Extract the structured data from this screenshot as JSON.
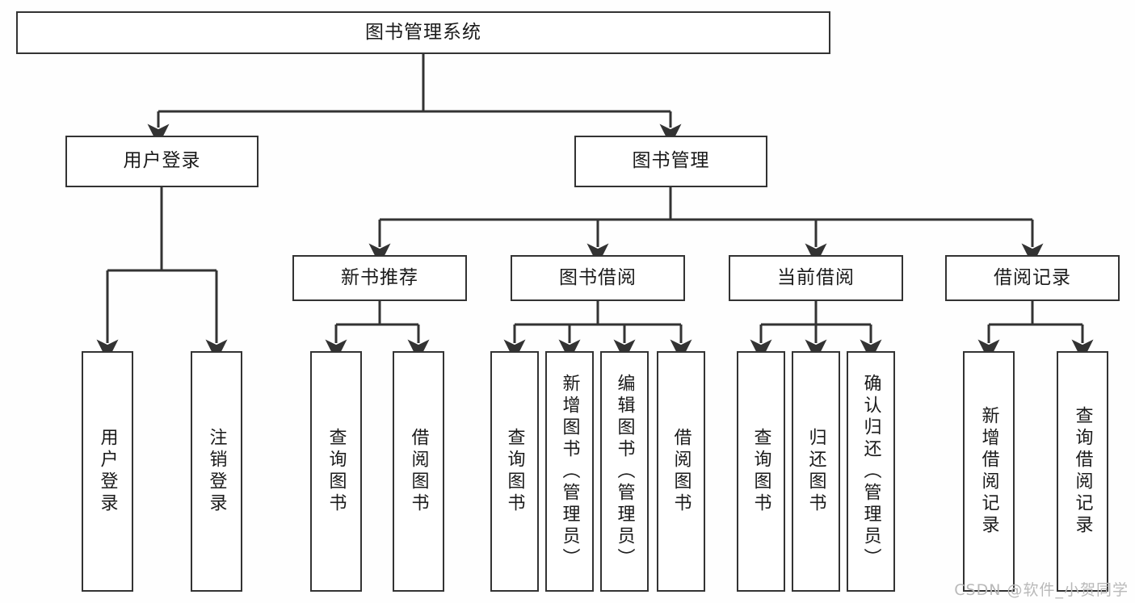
{
  "diagram": {
    "title": "图书管理系统",
    "root": {
      "label": "图书管理系统"
    },
    "level2": [
      {
        "label": "用户登录"
      },
      {
        "label": "图书管理"
      }
    ],
    "level3": [
      {
        "label": "新书推荐"
      },
      {
        "label": "图书借阅"
      },
      {
        "label": "当前借阅"
      },
      {
        "label": "借阅记录"
      }
    ],
    "leaves": {
      "user_login": [
        {
          "label": "用户登录"
        },
        {
          "label": "注销登录"
        }
      ],
      "new_book_recommend": [
        {
          "label": "查询图书"
        },
        {
          "label": "借阅图书"
        }
      ],
      "book_borrow": [
        {
          "label": "查询图书"
        },
        {
          "label": "新增图书（管理员）"
        },
        {
          "label": "编辑图书（管理员）"
        },
        {
          "label": "借阅图书"
        }
      ],
      "current_borrow": [
        {
          "label": "查询图书"
        },
        {
          "label": "归还图书"
        },
        {
          "label": "确认归还（管理员）"
        }
      ],
      "borrow_record": [
        {
          "label": "新增借阅记录"
        },
        {
          "label": "查询借阅记录"
        }
      ]
    },
    "watermark": "CSDN @软件_小贺同学",
    "colors": {
      "background": "#fefefe",
      "stroke": "#333333",
      "box_fill": "#ffffff",
      "text": "#1a1a1a",
      "watermark": "#b9b9b9"
    }
  }
}
